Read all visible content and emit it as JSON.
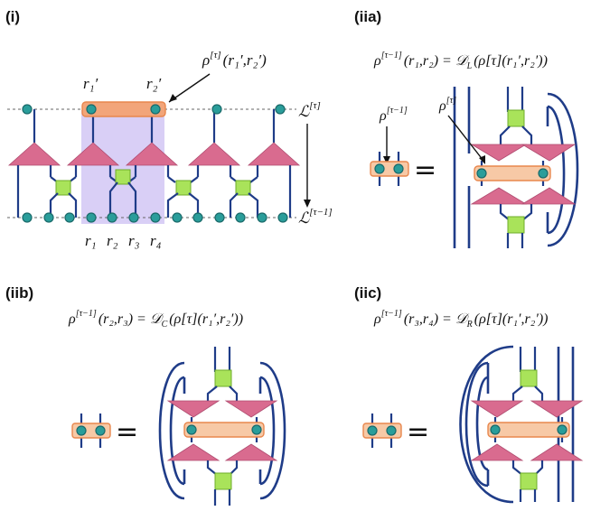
{
  "panels": {
    "i": {
      "label": "(i)",
      "rho_label": "ρ[τ](r₁′, r₂′)",
      "rho_sym": "ρ",
      "rho_sup": "[τ]",
      "rho_args": "(r₁′,r₂′)",
      "top_site_1": "r₁′",
      "top_site_2": "r₂′",
      "L_top": "ℒ",
      "L_top_sup": "[τ]",
      "L_bottom": "ℒ",
      "L_bottom_sup": "[τ−1]",
      "bottom_sites": [
        "r₁",
        "r₂",
        "r₃",
        "r₄"
      ]
    },
    "iia": {
      "label": "(iia)",
      "equation_lhs": "ρ",
      "equation_lhs_sup": "[τ−1]",
      "equation_lhs_args": "(r₁,r₂)",
      "equation_rhs": "= 𝒟",
      "equation_rhs_sub": "L",
      "equation_rhs_args": "(ρ[τ](r₁′,r₂′))",
      "small_rho": "ρ",
      "small_rho_sup": "[τ−1]",
      "inner_rho": "ρ",
      "inner_rho_sup": "[τ]",
      "equals": "="
    },
    "iib": {
      "label": "(iib)",
      "equation_lhs": "ρ",
      "equation_lhs_sup": "[τ−1]",
      "equation_lhs_args": "(r₂,r₃)",
      "equation_rhs": "= 𝒟",
      "equation_rhs_sub": "C",
      "equation_rhs_args": "(ρ[τ](r₁′,r₂′))",
      "equals": "="
    },
    "iic": {
      "label": "(iic)",
      "equation_lhs": "ρ",
      "equation_lhs_sup": "[τ−1]",
      "equation_lhs_args": "(r₃,r₄)",
      "equation_rhs": "= 𝒟",
      "equation_rhs_sub": "R",
      "equation_rhs_args": "(ρ[τ](r₁′,r₂′))",
      "equals": "="
    }
  },
  "colors": {
    "wire": "#1f3c88",
    "triangle": "#d96b8f",
    "square": "#a9e35a",
    "site": "#2a9d9a",
    "density_bar": "#f7c9a6",
    "causal_band": "#b9a8ee"
  }
}
